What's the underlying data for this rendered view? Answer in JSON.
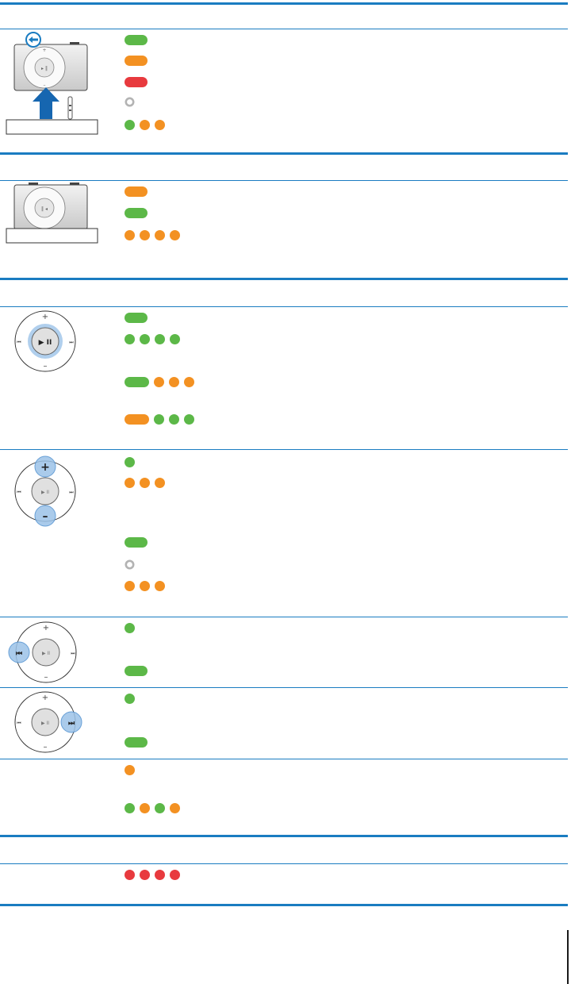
{
  "colors": {
    "rule": "#1a7cc1",
    "green": "#5cb848",
    "orange": "#f39122",
    "red": "#e83a3e",
    "off_ring": "#b3b3b3",
    "highlight": "#9cc3e8"
  },
  "sections": [
    {
      "id": "dock-charging",
      "illustration": "shuffle-in-dock-icon",
      "led_rows": [
        {
          "pattern": [
            {
              "color": "green",
              "shape": "pill"
            }
          ]
        },
        {
          "pattern": [
            {
              "color": "orange",
              "shape": "pill"
            }
          ]
        },
        {
          "pattern": [
            {
              "color": "red",
              "shape": "pill"
            }
          ]
        },
        {
          "pattern": [
            {
              "color": "off",
              "shape": "ring"
            }
          ]
        },
        {
          "pattern": [
            {
              "color": "green",
              "shape": "dot"
            },
            {
              "color": "orange",
              "shape": "dot"
            },
            {
              "color": "orange",
              "shape": "dot"
            }
          ]
        }
      ]
    },
    {
      "id": "docked",
      "illustration": "shuffle-docked-icon",
      "led_rows": [
        {
          "pattern": [
            {
              "color": "orange",
              "shape": "pill"
            }
          ]
        },
        {
          "pattern": [
            {
              "color": "green",
              "shape": "pill"
            }
          ]
        },
        {
          "pattern": [
            {
              "color": "orange",
              "shape": "dot"
            },
            {
              "color": "orange",
              "shape": "dot"
            },
            {
              "color": "orange",
              "shape": "dot"
            },
            {
              "color": "orange",
              "shape": "dot"
            }
          ]
        }
      ]
    },
    {
      "id": "play-pause",
      "illustration": "play-pause-highlight-icon",
      "led_rows": [
        {
          "pattern": [
            {
              "color": "green",
              "shape": "pill"
            }
          ]
        },
        {
          "pattern": [
            {
              "color": "green",
              "shape": "dot"
            },
            {
              "color": "green",
              "shape": "dot"
            },
            {
              "color": "green",
              "shape": "dot"
            },
            {
              "color": "green",
              "shape": "dot"
            }
          ]
        },
        {
          "pattern": [
            {
              "color": "green",
              "shape": "long-pill"
            },
            {
              "color": "orange",
              "shape": "dot"
            },
            {
              "color": "orange",
              "shape": "dot"
            },
            {
              "color": "orange",
              "shape": "dot"
            }
          ]
        },
        {
          "pattern": [
            {
              "color": "orange",
              "shape": "long-pill"
            },
            {
              "color": "green",
              "shape": "dot"
            },
            {
              "color": "green",
              "shape": "dot"
            },
            {
              "color": "green",
              "shape": "dot"
            }
          ]
        }
      ]
    },
    {
      "id": "volume",
      "illustration": "volume-highlight-icon",
      "led_rows": [
        {
          "pattern": [
            {
              "color": "green",
              "shape": "dot"
            }
          ]
        },
        {
          "pattern": [
            {
              "color": "orange",
              "shape": "dot"
            },
            {
              "color": "orange",
              "shape": "dot"
            },
            {
              "color": "orange",
              "shape": "dot"
            }
          ]
        },
        {
          "pattern": [
            {
              "color": "green",
              "shape": "pill"
            }
          ]
        },
        {
          "pattern": [
            {
              "color": "off",
              "shape": "ring"
            }
          ]
        },
        {
          "pattern": [
            {
              "color": "orange",
              "shape": "dot"
            },
            {
              "color": "orange",
              "shape": "dot"
            },
            {
              "color": "orange",
              "shape": "dot"
            }
          ]
        }
      ]
    },
    {
      "id": "previous",
      "illustration": "previous-highlight-icon",
      "led_rows": [
        {
          "pattern": [
            {
              "color": "green",
              "shape": "dot"
            }
          ]
        },
        {
          "pattern": [
            {
              "color": "green",
              "shape": "pill"
            }
          ]
        }
      ]
    },
    {
      "id": "next",
      "illustration": "next-highlight-icon",
      "led_rows": [
        {
          "pattern": [
            {
              "color": "green",
              "shape": "dot"
            }
          ]
        },
        {
          "pattern": [
            {
              "color": "green",
              "shape": "pill"
            }
          ]
        }
      ]
    },
    {
      "id": "misc",
      "illustration": "",
      "led_rows": [
        {
          "pattern": [
            {
              "color": "orange",
              "shape": "dot"
            }
          ]
        },
        {
          "pattern": [
            {
              "color": "green",
              "shape": "dot"
            },
            {
              "color": "orange",
              "shape": "dot"
            },
            {
              "color": "green",
              "shape": "dot"
            },
            {
              "color": "orange",
              "shape": "dot"
            }
          ]
        }
      ]
    },
    {
      "id": "error",
      "illustration": "",
      "led_rows": [
        {
          "pattern": [
            {
              "color": "red",
              "shape": "dot"
            },
            {
              "color": "red",
              "shape": "dot"
            },
            {
              "color": "red",
              "shape": "dot"
            },
            {
              "color": "red",
              "shape": "dot"
            }
          ]
        }
      ]
    }
  ]
}
